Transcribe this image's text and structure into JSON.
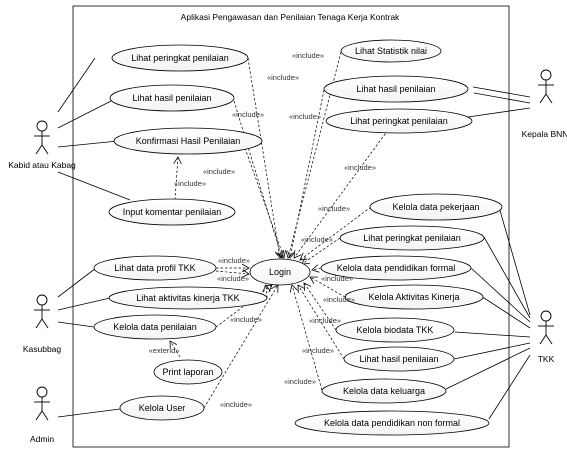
{
  "diagram": {
    "title": "Aplikasi Pengawasan dan Penilaian Tenaga Kerja Kontrak",
    "actors": [
      {
        "id": "kabid",
        "label": "Kabid atau Kabag"
      },
      {
        "id": "kepala",
        "label": "Kepala BNN"
      },
      {
        "id": "kasubbag",
        "label": "Kasubbag"
      },
      {
        "id": "admin",
        "label": "Admin"
      },
      {
        "id": "tkk",
        "label": "TKK"
      }
    ],
    "use_cases": [
      {
        "id": "uc_lihat_peringkat_1",
        "label": "Lihat peringkat penilaian"
      },
      {
        "id": "uc_lihat_hasil_1",
        "label": "Lihat hasil penilaian"
      },
      {
        "id": "uc_konfirmasi",
        "label": "Konfirmasi Hasil Penilaian"
      },
      {
        "id": "uc_input_komentar",
        "label": "Input komentar penilaian"
      },
      {
        "id": "uc_statistik",
        "label": "Lihat Statistik nilai"
      },
      {
        "id": "uc_lihat_hasil_2",
        "label": "Lihat hasil penilaian"
      },
      {
        "id": "uc_lihat_peringkat_2",
        "label": "Lihat peringkat penilaian"
      },
      {
        "id": "uc_kelola_pekerjaan",
        "label": "Kelola data pekerjaan"
      },
      {
        "id": "uc_lihat_peringkat_3",
        "label": "Lihat peringkat penilaian"
      },
      {
        "id": "uc_pendidikan_formal",
        "label": "Kelola data pendidikan formal"
      },
      {
        "id": "uc_aktivitas_kinerja",
        "label": "Kelola Aktivitas Kinerja"
      },
      {
        "id": "uc_biodata",
        "label": "Kelola biodata TKK"
      },
      {
        "id": "uc_lihat_hasil_3",
        "label": "Lihat hasil penilaian"
      },
      {
        "id": "uc_keluarga",
        "label": "Kelola data keluarga"
      },
      {
        "id": "uc_nonformal",
        "label": "Kelola data pendidikan non formal"
      },
      {
        "id": "uc_profil_tkk",
        "label": "Lihat data profil TKK"
      },
      {
        "id": "uc_lihat_aktivitas",
        "label": "Lihat aktivitas kinerja TKK"
      },
      {
        "id": "uc_kelola_penilaian",
        "label": "Kelola data penilaian"
      },
      {
        "id": "uc_print",
        "label": "Print laporan"
      },
      {
        "id": "uc_kelola_user",
        "label": "Kelola User"
      },
      {
        "id": "uc_login",
        "label": "Login"
      }
    ],
    "stereotypes": {
      "include": "«include»",
      "extend": "«extend»"
    }
  }
}
